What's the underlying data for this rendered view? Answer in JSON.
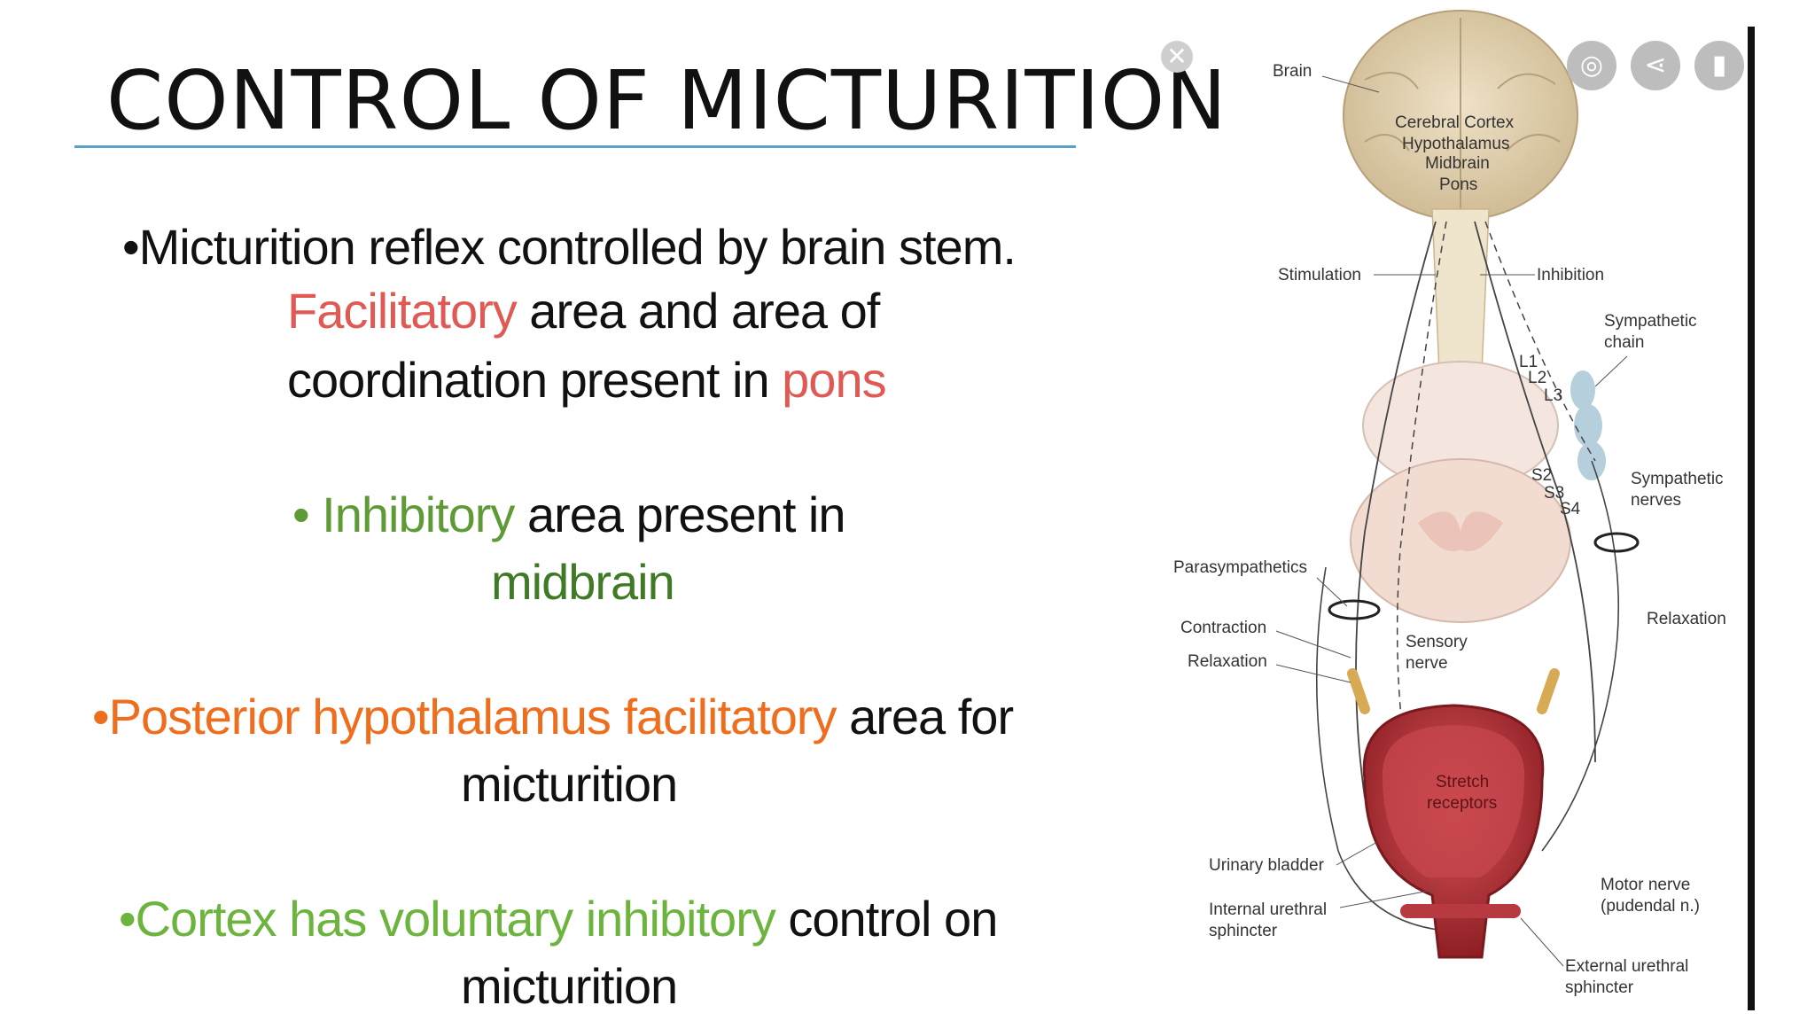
{
  "title": "CONTROL OF MICTURITION",
  "bullets": {
    "b1_prefix": "•Micturition  reflex controlled by brain stem.",
    "b1_l2_hl": "Facilitatory",
    "b1_l2_rest": " area and area of",
    "b1_l3_text": "coordination present in ",
    "b1_l3_hl": "pons",
    "b2_hl": "• Inhibitory",
    "b2_rest": " area present in",
    "b2_l2": "midbrain",
    "b3_hl": "•Posterior hypothalamus facilitatory",
    "b3_rest": "  area for",
    "b3_l2": "micturition",
    "b4_hl": "•Cortex has voluntary inhibitory",
    "b4_rest": " control on",
    "b4_l2": "micturition"
  },
  "colors": {
    "facilitatory": "#e05a55",
    "inhibitory": "#5e9a35",
    "posterior": "#ee6e1e",
    "cortex": "#6cb43e",
    "title_rule": "#5aa0c8"
  },
  "toolbar": {
    "close_icon": "close-icon",
    "lens_icon": "lens-icon",
    "share_icon": "share-icon",
    "bookmark_icon": "bookmark-icon"
  },
  "figure_labels": {
    "brain": "Brain",
    "cerebral_cortex": "Cerebral Cortex",
    "hypothalamus": "Hypothalamus",
    "midbrain": "Midbrain",
    "pons": "Pons",
    "stimulation": "Stimulation",
    "inhibition": "Inhibition",
    "sympathetic_chain_1": "Sympathetic",
    "sympathetic_chain_2": "chain",
    "l1": "L1",
    "l2": "L2",
    "l3": "L3",
    "s2": "S2",
    "s3": "S3",
    "s4": "S4",
    "sympathetic_nerves_1": "Sympathetic",
    "sympathetic_nerves_2": "nerves",
    "parasympathetics": "Parasympathetics",
    "contraction": "Contraction",
    "relaxation_left": "Relaxation",
    "relaxation_right": "Relaxation",
    "sensory_nerve_1": "Sensory",
    "sensory_nerve_2": "nerve",
    "stretch_receptors_1": "Stretch",
    "stretch_receptors_2": "receptors",
    "urinary_bladder": "Urinary bladder",
    "internal_sphincter_1": "Internal urethral",
    "internal_sphincter_2": "sphincter",
    "motor_nerve_1": "Motor nerve",
    "motor_nerve_2": "(pudendal n.)",
    "external_sphincter_1": "External urethral",
    "external_sphincter_2": "sphincter"
  }
}
